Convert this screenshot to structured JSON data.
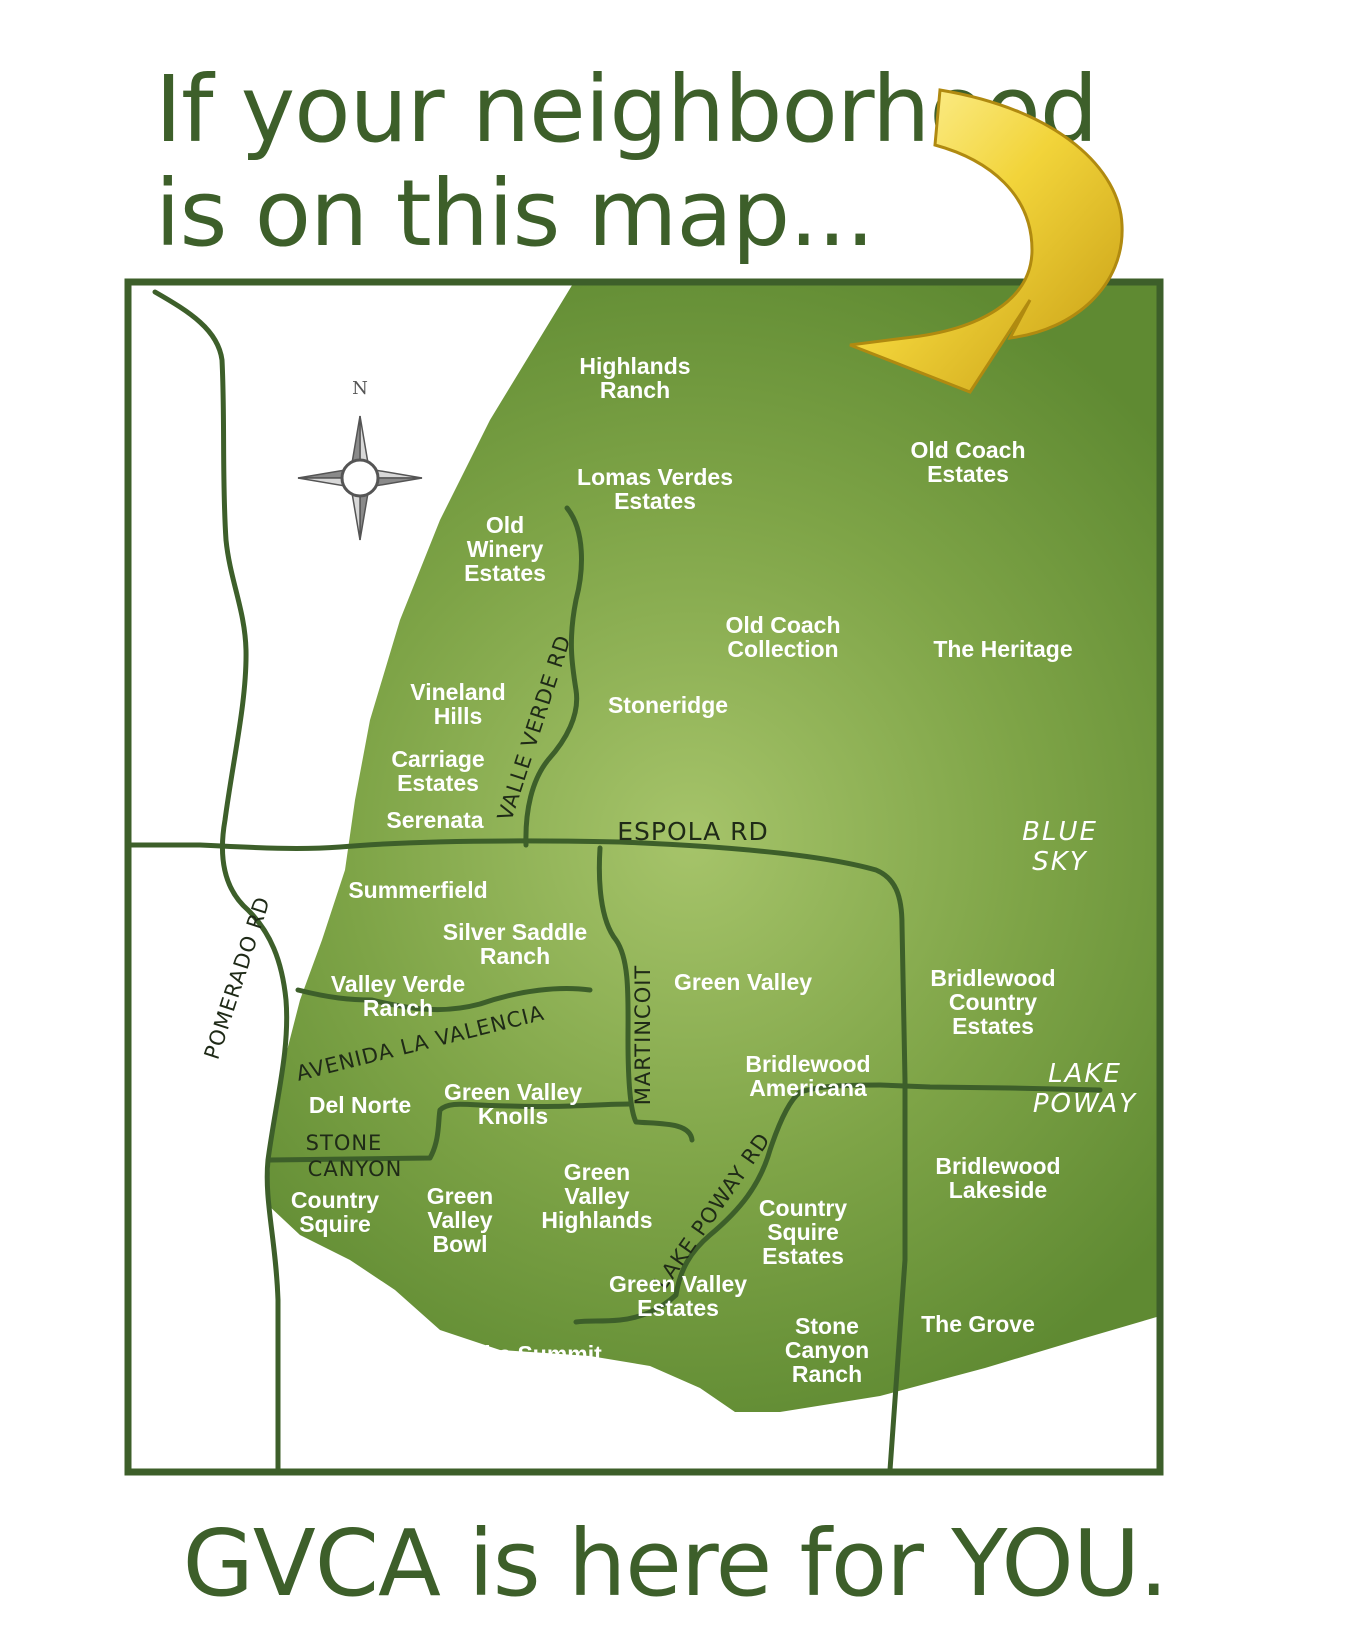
{
  "headline": {
    "line1": "If your neighborhood",
    "line2": "is on this map..."
  },
  "footer": {
    "text": "GVCA is here for YOU."
  },
  "colors": {
    "brand_green": "#3d5f2a",
    "map_green_light": "#a6c46a",
    "map_green_dark": "#5f8a32",
    "arrow_gold": "#e8c21f"
  },
  "map": {
    "compass_label": "N",
    "roads": {
      "espola": "ESPOLA RD",
      "valle_verde": "VALLE VERDE RD",
      "pomerado": "POMERADO RD",
      "avenida": "AVENIDA LA VALENCIA",
      "martincoit": "MARTINCOIT",
      "lake_poway_rd": "LAKE POWAY RD",
      "stone_canyon": [
        "STONE",
        "CANYON"
      ]
    },
    "areas": {
      "blue_sky": [
        "BLUE",
        "SKY"
      ],
      "lake_poway": [
        "LAKE",
        "POWAY"
      ]
    },
    "neighborhoods": {
      "highlands_ranch": [
        "Highlands",
        "Ranch"
      ],
      "lomas_verdes": [
        "Lomas Verdes",
        "Estates"
      ],
      "old_coach_estates": [
        "Old Coach",
        "Estates"
      ],
      "old_winery": [
        "Old",
        "Winery",
        "Estates"
      ],
      "old_coach_collection": [
        "Old Coach",
        "Collection"
      ],
      "the_heritage": "The Heritage",
      "vineland_hills": [
        "Vineland",
        "Hills"
      ],
      "stoneridge": "Stoneridge",
      "carriage_estates": [
        "Carriage",
        "Estates"
      ],
      "serenata": "Serenata",
      "summerfield": "Summerfield",
      "silver_saddle": [
        "Silver Saddle",
        "Ranch"
      ],
      "valley_verde_ranch": [
        "Valley Verde",
        "Ranch"
      ],
      "green_valley": "Green Valley",
      "bridlewood_country": [
        "Bridlewood",
        "Country",
        "Estates"
      ],
      "bridlewood_americana": [
        "Bridlewood",
        "Americana"
      ],
      "del_norte": "Del Norte",
      "gv_knolls": [
        "Green Valley",
        "Knolls"
      ],
      "country_squire": [
        "Country",
        "Squire"
      ],
      "gv_bowl": [
        "Green",
        "Valley",
        "Bowl"
      ],
      "gv_highlands": [
        "Green",
        "Valley",
        "Highlands"
      ],
      "cs_estates": [
        "Country",
        "Squire",
        "Estates"
      ],
      "bridlewood_lakeside": [
        "Bridlewood",
        "Lakeside"
      ],
      "gv_estates": [
        "Green Valley",
        "Estates"
      ],
      "the_grove": "The Grove",
      "the_summit": "The Summit",
      "stone_canyon_ranch": [
        "Stone",
        "Canyon",
        "Ranch"
      ]
    }
  }
}
